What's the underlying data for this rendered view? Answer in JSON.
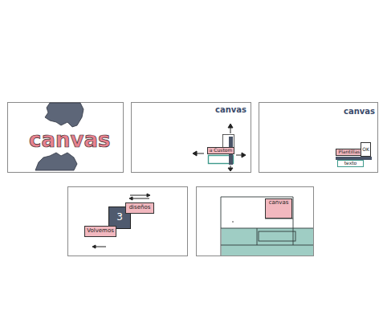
{
  "diagram": {
    "nodes": [
      {
        "text": [
          "a Custom"
        ]
      },
      {
        "text": [
          "Plantillas"
        ]
      },
      {
        "text": [
          "texto"
        ]
      },
      {
        "text": [
          "OK"
        ]
      },
      {
        "text": [
          "3"
        ]
      },
      {
        "text": [
          "diseños"
        ]
      },
      {
        "text": [
          "Volvemos"
        ]
      },
      {
        "text": [
          "canvas"
        ]
      }
    ],
    "labels": [
      "canvas",
      "canvas",
      "canvas"
    ]
  }
}
